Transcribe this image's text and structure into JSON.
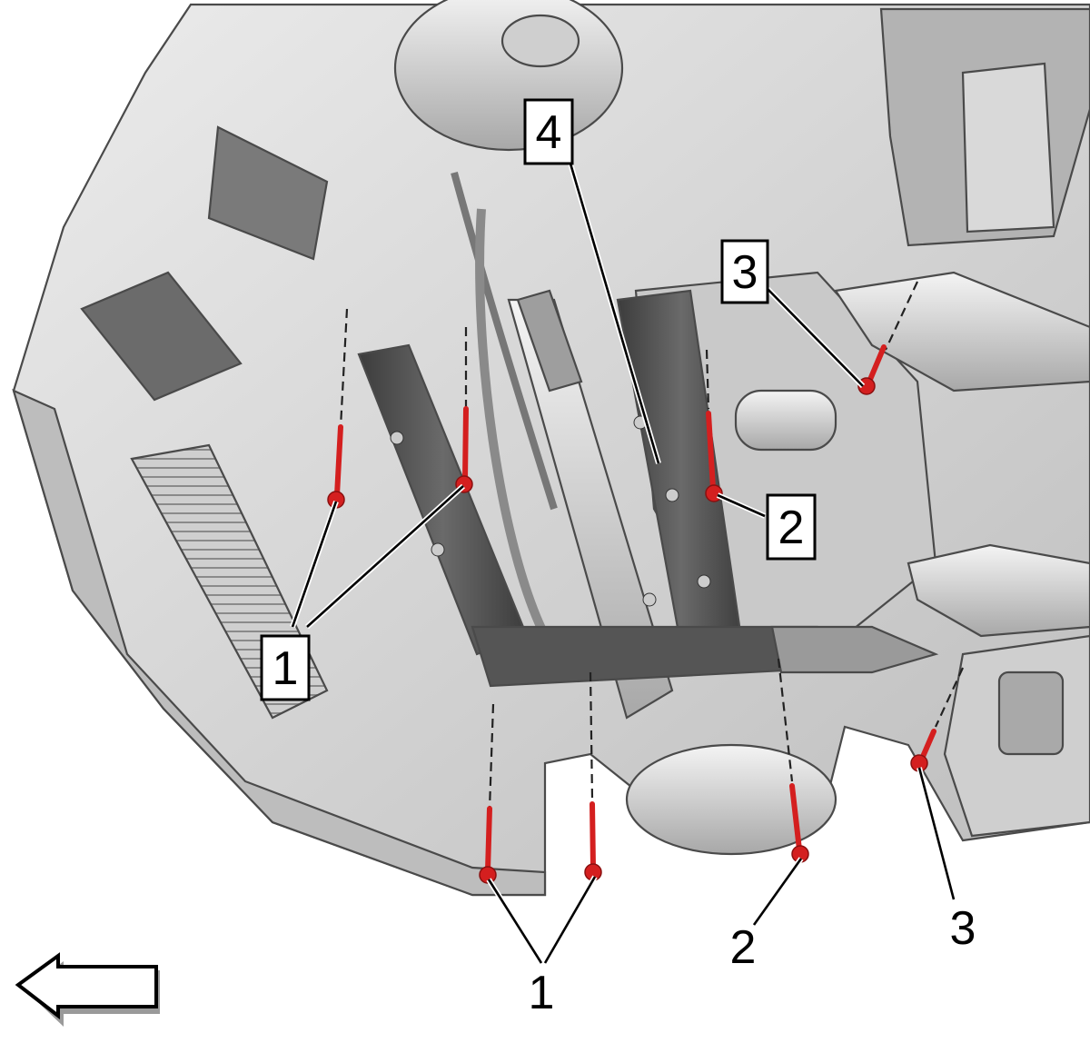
{
  "labels": {
    "callout_1": "1",
    "callout_2": "2",
    "callout_3": "3",
    "callout_4": "4",
    "bottom_1": "1",
    "bottom_2": "2",
    "bottom_3": "3"
  },
  "colors": {
    "bolt": "#d41f1f",
    "crossmember": "#4b4b4b",
    "body_panel": "#d9d9d9",
    "outline": "#3a3a3a",
    "background": "#ffffff"
  },
  "icons": {
    "direction_arrow": "arrow-left-icon",
    "bolt": "bolt-icon"
  }
}
